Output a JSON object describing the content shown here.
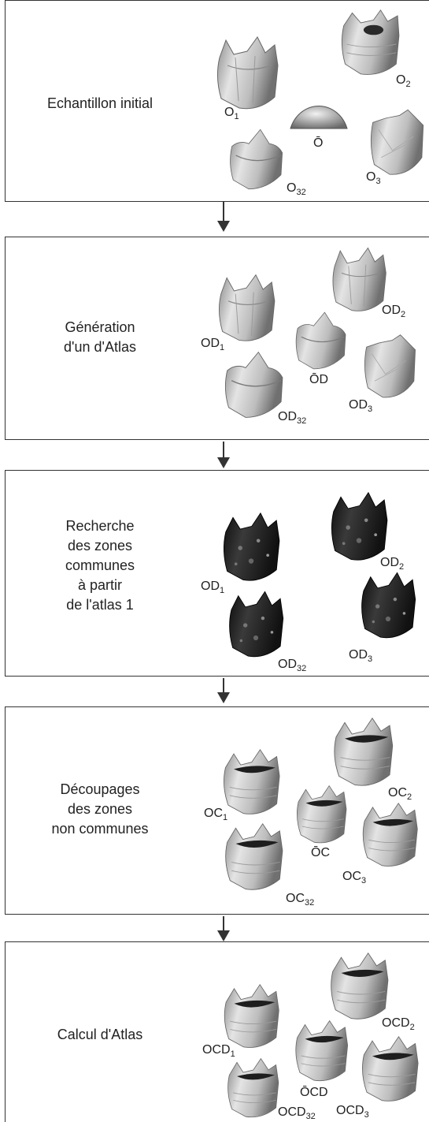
{
  "panels": [
    {
      "title_lines": [
        "Echantillon initial"
      ],
      "labels": {
        "t1": "O",
        "s1": "1",
        "t2": "O",
        "s2": "2",
        "t3": "O",
        "s3": "3",
        "t4": "O",
        "s4": "32",
        "mean": "Ō"
      },
      "shade": "light"
    },
    {
      "title_lines": [
        "Génération",
        "d'un d'Atlas"
      ],
      "labels": {
        "t1": "OD",
        "s1": "1",
        "t2": "OD",
        "s2": "2",
        "t3": "OD",
        "s3": "3",
        "t4": "OD",
        "s4": "32",
        "mean": "ŌD"
      },
      "shade": "light"
    },
    {
      "title_lines": [
        "Recherche",
        "des zones",
        "communes",
        "à partir",
        "de l'atlas 1"
      ],
      "labels": {
        "t1": "OD",
        "s1": "1",
        "t2": "OD",
        "s2": "2",
        "t3": "OD",
        "s3": "3",
        "t4": "OD",
        "s4": "32"
      },
      "shade": "dark"
    },
    {
      "title_lines": [
        "Découpages",
        "des zones",
        "non communes"
      ],
      "labels": {
        "t1": "OC",
        "s1": "1",
        "t2": "OC",
        "s2": "2",
        "t3": "OC",
        "s3": "3",
        "t4": "OC",
        "s4": "32",
        "mean": "ŌC"
      },
      "shade": "light"
    },
    {
      "title_lines": [
        "Calcul d'Atlas"
      ],
      "labels": {
        "t1": "OCD",
        "s1": "1",
        "t2": "OCD",
        "s2": "2",
        "t3": "OCD",
        "s3": "3",
        "t4": "OCD",
        "s4": "32",
        "mean": "ŌCD"
      },
      "shade": "light"
    }
  ],
  "colors": {
    "border": "#333333",
    "tooth_light": "#c8c8c8",
    "tooth_dark": "#1e1e1e"
  }
}
